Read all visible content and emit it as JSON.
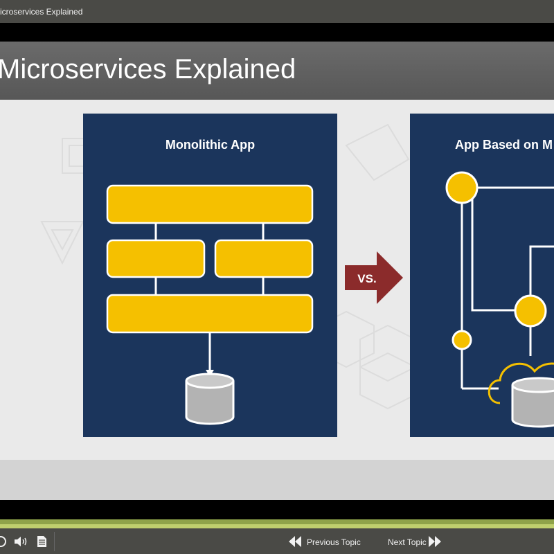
{
  "window": {
    "title": "icroservices Explained"
  },
  "slide": {
    "title": "Microservices Explained",
    "left_panel_title": "Monolithic App",
    "right_panel_title": "App Based on M",
    "vs_label": "VS."
  },
  "controls": {
    "previous_label": "Previous Topic",
    "next_label": "Next Topic"
  },
  "colors": {
    "panel": "#1b355c",
    "block": "#f5c000",
    "arrow": "#8b2b2b",
    "control_bar": "#4a4a46",
    "progress": "#8fa34a"
  }
}
